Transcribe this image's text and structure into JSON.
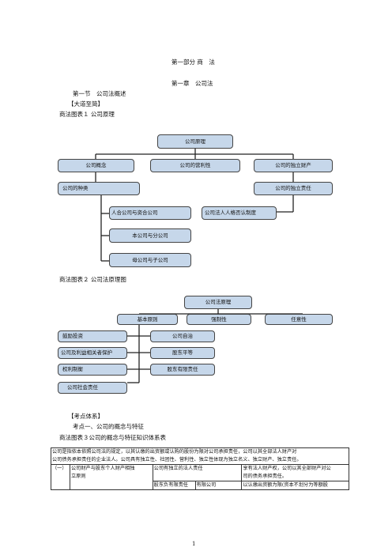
{
  "headings": {
    "part": "第一部分 商　法",
    "chapter": "第一章　公司法",
    "section": "第一节　公司法概述",
    "bracket1": "【大道至简】",
    "fig1_caption": "商法图表１ 公司原理",
    "fig2_caption": "商法图表２ 公司法原理图",
    "bracket2": "【考点体系】",
    "point1": "考点一、公司的概念与特征",
    "fig3_caption": "商法图表３公司的概念与特征知识体系表"
  },
  "diagram1": {
    "root": "公司原理",
    "concept": "公司概念",
    "profit": "公司的营利性",
    "property": "公司的独立财产",
    "types": "公司的种类",
    "liability": "公司的独立责任",
    "type_items": [
      "人合公司与资合公司",
      "本公司与分公司",
      "母公司与子公司"
    ],
    "veil": "公司法人人格否认制度"
  },
  "diagram2": {
    "root": "公司法原理",
    "basic": "基本原则",
    "mandatory": "强制性",
    "optional": "任意性",
    "left_items": [
      "鼓励投资",
      "公司及利益相关者保护",
      "权利制衡",
      "公司社会责任"
    ],
    "right_items": [
      "公司自治",
      "股东平等",
      "股东有限责任"
    ]
  },
  "table": {
    "top_line1": "公司是指依本依照公司法的规定，以其认缴的出资额或认购的股份为限对公司承担责任，公司以其全部法人财产对",
    "top_line2": "公司债务承担责任的企业法人。公司具有独立性、社团性、营利性、独立性体现为独立名义、独立财产、独立责任。",
    "r2c1": "（一）",
    "r2c2_line1": "公司财产与股东个人财产相独",
    "r2c2_line2": "立原则",
    "r2c3": "公司有独立的法人责任",
    "r2c4_line1": "享有法人财产权，公司以其全部财产对公",
    "r2c4_line2": "司的债务承担责任。",
    "r3c3": "股东负有限责任",
    "r3c3b": "有限公司",
    "r3c4": "以认缴出资额为限(资本不划分为等额股"
  },
  "page_number": "1"
}
